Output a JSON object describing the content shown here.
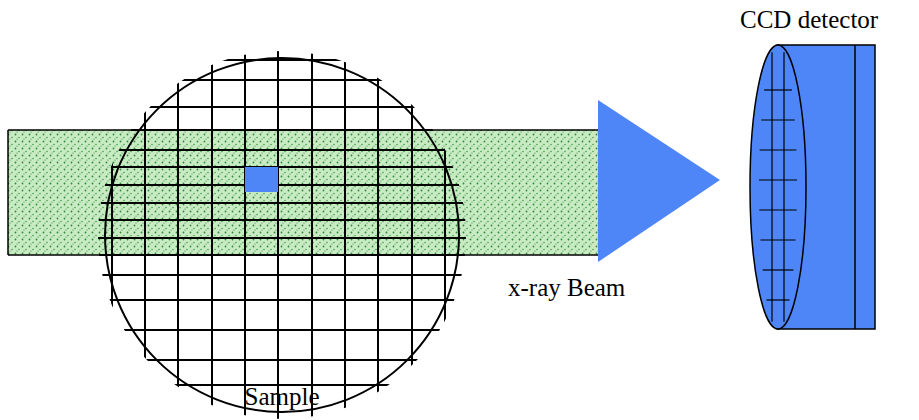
{
  "diagram": {
    "labels": [
      "CCD detector",
      "x-ray Beam",
      "Sample"
    ]
  }
}
